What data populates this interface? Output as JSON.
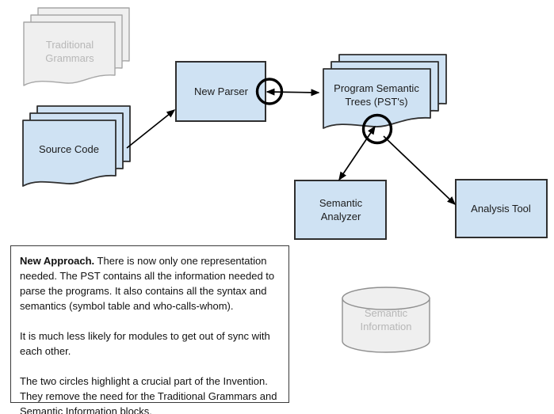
{
  "colors": {
    "background": "#ffffff",
    "node_fill": "#cfe2f3",
    "node_border": "#2f2f2f",
    "ghost_fill": "#efefef",
    "ghost_border": "#a6a6a6",
    "ghost_text": "#b7b7b7",
    "line": "#000000",
    "text": "#1c1c1c",
    "note_border": "#3a3a3a"
  },
  "nodes": {
    "traditional_grammars": {
      "label": "Traditional Grammars",
      "type": "document-stack",
      "state": "removed"
    },
    "source_code": {
      "label": "Source Code",
      "type": "document-stack",
      "state": "active"
    },
    "new_parser": {
      "label": "New Parser",
      "type": "process-box",
      "state": "active"
    },
    "pst": {
      "label": "Program Semantic Trees (PST's)",
      "type": "document-stack",
      "state": "active"
    },
    "semantic_analyzer": {
      "label": "Semantic Analyzer",
      "type": "process-box",
      "state": "active"
    },
    "analysis_tool": {
      "label": "Analysis Tool",
      "type": "process-box",
      "state": "active"
    },
    "semantic_information": {
      "label": "Semantic Information",
      "type": "database-cylinder",
      "state": "removed"
    }
  },
  "edges": [
    {
      "from": "source_code",
      "to": "new_parser",
      "style": "arrow"
    },
    {
      "from": "new_parser",
      "to": "pst",
      "style": "double-arrow",
      "highlight": "circle"
    },
    {
      "from": "pst",
      "to": "semantic_analyzer",
      "style": "double-arrow",
      "highlight": "circle"
    },
    {
      "from": "pst",
      "to": "analysis_tool",
      "style": "arrow"
    }
  ],
  "note": {
    "lead": "New Approach.",
    "paragraph1": "There is now only one representation needed. The PST contains all the information needed to parse the programs. It also contains all the syntax and semantics (symbol table and who-calls-whom).",
    "paragraph2": "It is much less likely for modules to get out of sync with each other.",
    "paragraph3": "The two circles highlight a crucial part of the Invention. They remove the need for the Traditional Grammars and Semantic Information blocks."
  }
}
